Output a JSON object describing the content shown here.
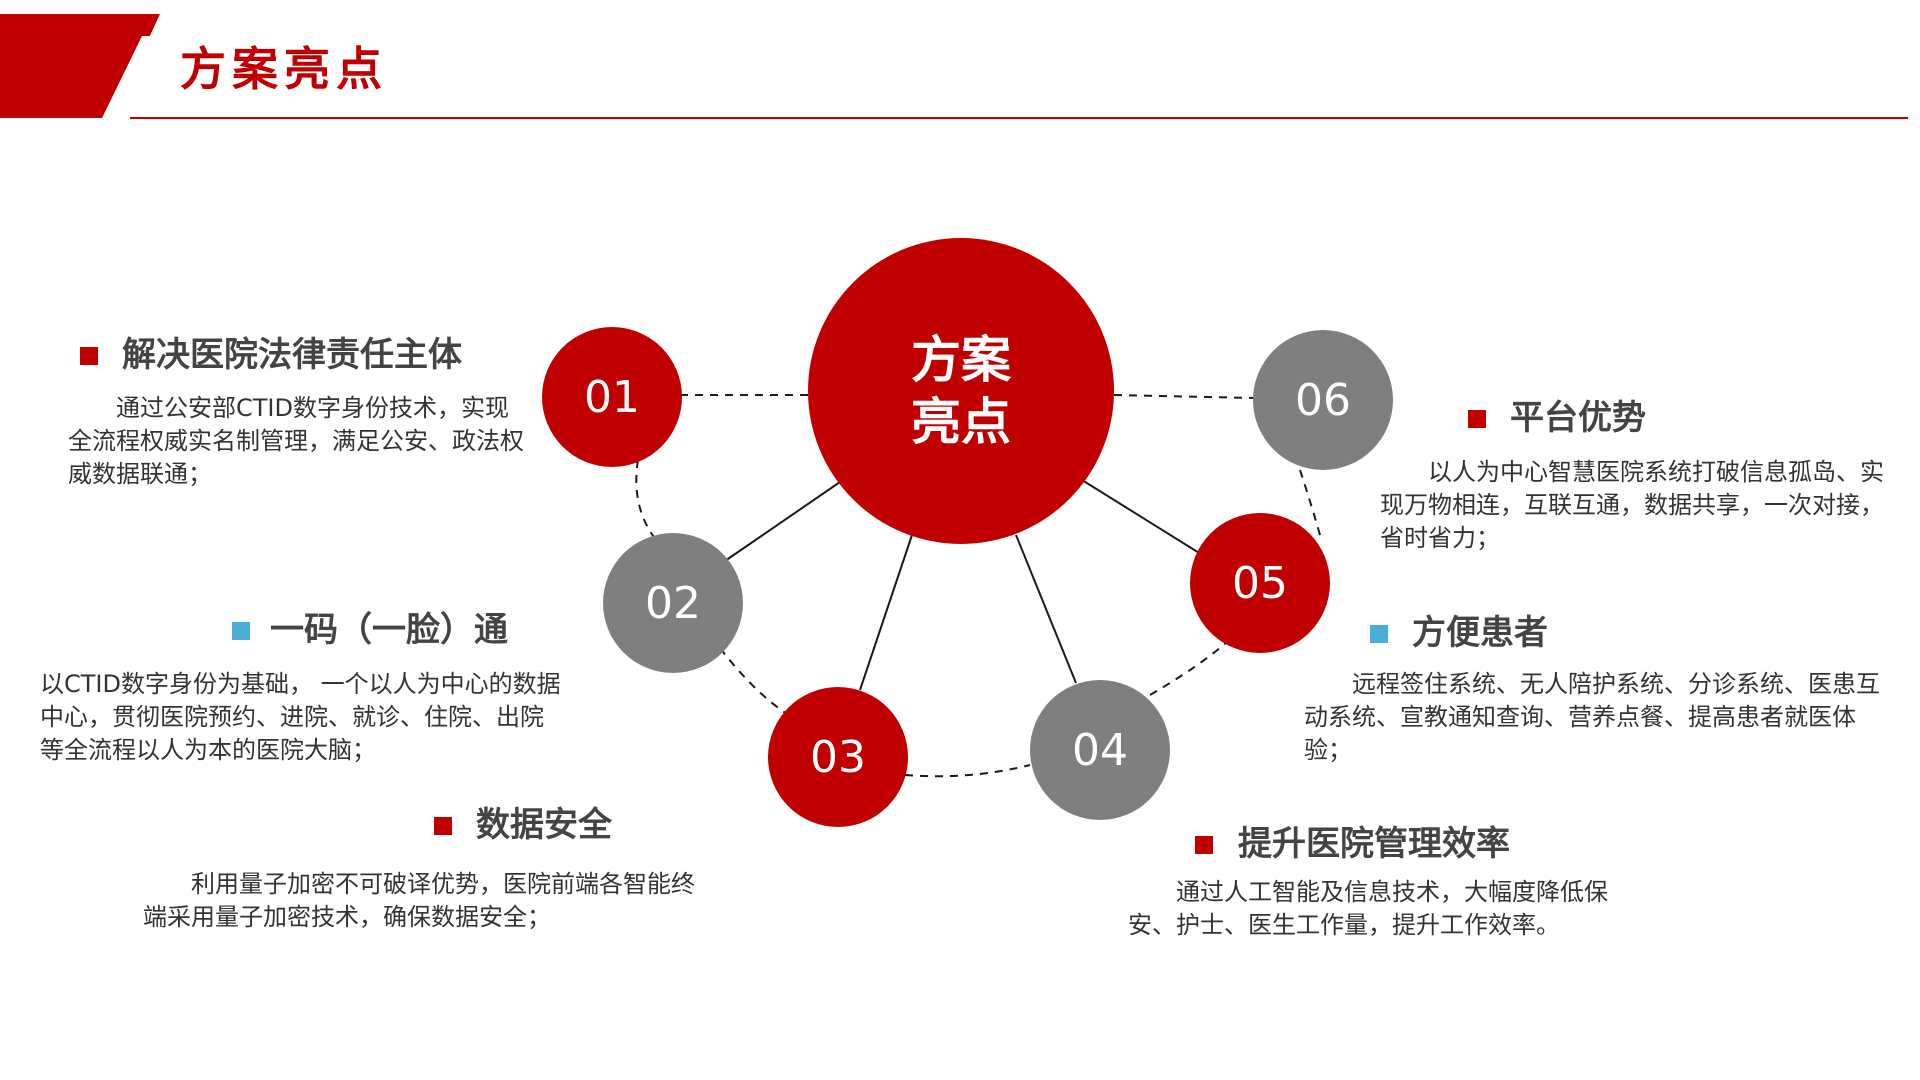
{
  "header": {
    "title": "方案亮点",
    "accent_color": "#c00000"
  },
  "center": {
    "line1": "方案",
    "line2": "亮点"
  },
  "nodes": [
    {
      "label": "01",
      "color": "red"
    },
    {
      "label": "02",
      "color": "gray"
    },
    {
      "label": "03",
      "color": "red"
    },
    {
      "label": "04",
      "color": "gray"
    },
    {
      "label": "05",
      "color": "red"
    },
    {
      "label": "06",
      "color": "gray"
    }
  ],
  "sections": [
    {
      "title": "解决医院法律责任主体",
      "body": "通过公安部CTID数字身份技术，实现全流程权威实名制管理，满足公安、政法权威数据联通；"
    },
    {
      "title": "一码（一脸）通",
      "body": "以CTID数字身份为基础， 一个以人为中心的数据中心，贯彻医院预约、进院、就诊、住院、出院等全流程以人为本的医院大脑；"
    },
    {
      "title": "数据安全",
      "body": "利用量子加密不可破译优势，医院前端各智能终端采用量子加密技术，确保数据安全；"
    },
    {
      "title": "提升医院管理效率",
      "body": "通过人工智能及信息技术，大幅度降低保安、护士、医生工作量，提升工作效率。"
    },
    {
      "title": "方便患者",
      "body": "远程签住系统、无人陪护系统、分诊系统、医患互动系统、宣教通知查询、营养点餐、提高患者就医体验；"
    },
    {
      "title": "平台优势",
      "body": "以人为中心智慧医院系统打破信息孤岛、实现万物相连，互联互通，数据共享，一次对接，省时省力；"
    }
  ],
  "colors": {
    "red": "#c00000",
    "gray": "#7f7f7f",
    "blue": "#4aaed9",
    "text": "#333333"
  }
}
